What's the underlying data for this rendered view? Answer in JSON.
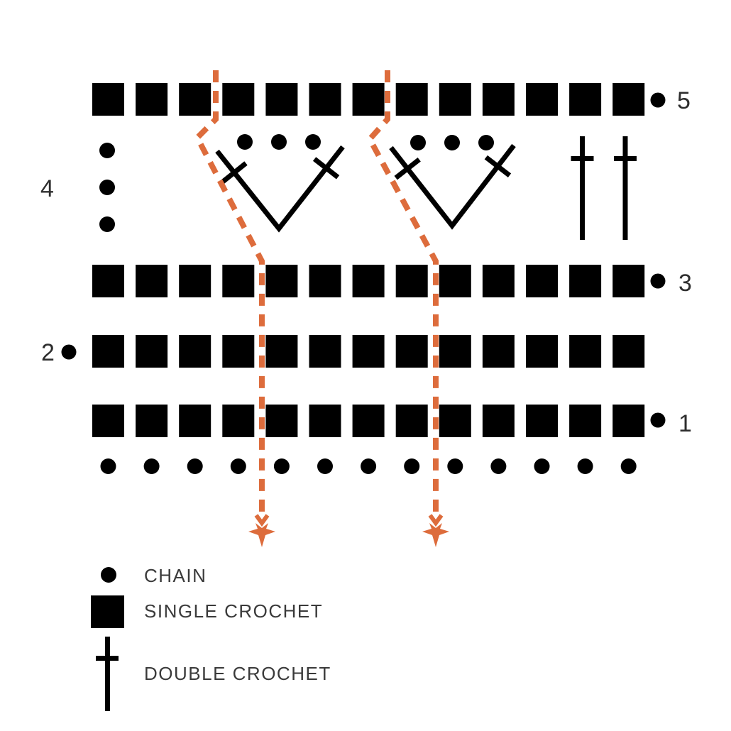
{
  "diagram_type": "crochet stitch chart",
  "labels": {
    "row1": "1",
    "row2": "2",
    "row3": "3",
    "row4": "4",
    "row5": "5"
  },
  "chart": {
    "rows": [
      {
        "number": "1",
        "stitches": "single crochet",
        "count": 13,
        "marker": "right"
      },
      {
        "number": "2",
        "stitches": "single crochet",
        "count": 13,
        "marker": "left"
      },
      {
        "number": "3",
        "stitches": "single crochet",
        "count": 13,
        "marker": "right"
      },
      {
        "number": "4",
        "stitches": "shells and double crochet",
        "turning_chain_dots": 3,
        "shells": 2,
        "chain_dots_per_shell": 3,
        "double_crochets": 2,
        "marker": "left"
      },
      {
        "number": "5",
        "stitches": "single crochet",
        "count": 13,
        "marker": "right"
      }
    ],
    "foundation_chain_count": 13,
    "repeat_lines": 2
  },
  "legend": {
    "items": [
      {
        "id": "chain",
        "label": "CHAIN"
      },
      {
        "id": "single-crochet",
        "label": "SINGLE CROCHET"
      },
      {
        "id": "double-crochet",
        "label": "DOUBLE CROCHET"
      }
    ]
  },
  "colors": {
    "stitch": "#000000",
    "text": "#3A3A3A",
    "repeat_line": "#DD6C3C",
    "background": "#FFFFFF"
  }
}
